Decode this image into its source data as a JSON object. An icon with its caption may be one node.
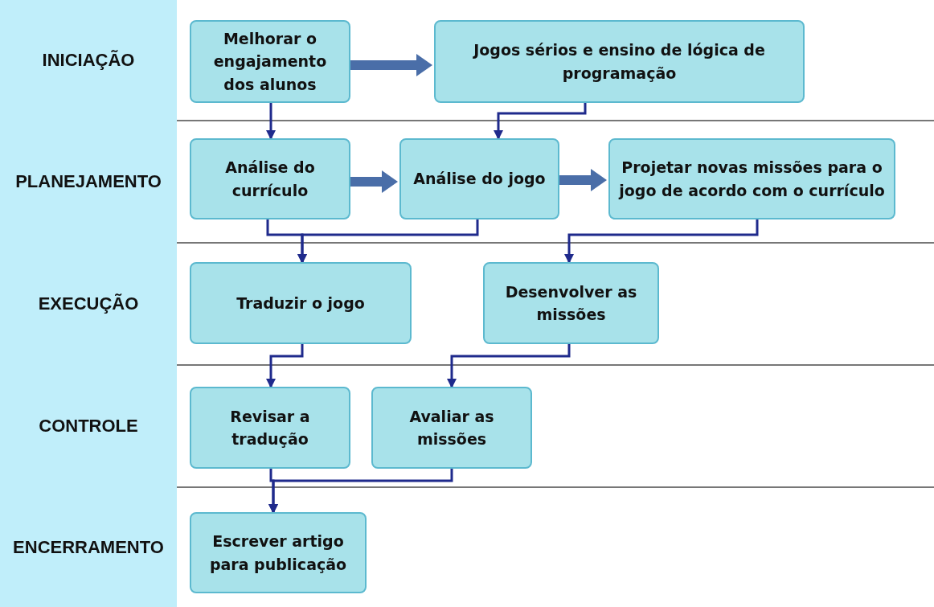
{
  "diagram": {
    "nodes": [
      {
        "text": [
          "INICIAÇÃO"
        ]
      },
      {
        "text": [
          "PLANEJAMENTO"
        ]
      },
      {
        "text": [
          "EXECUÇÃO"
        ]
      },
      {
        "text": [
          "CONTROLE"
        ]
      },
      {
        "text": [
          "ENCERRAMENTO"
        ]
      },
      {
        "text": [
          "Melhorar o engajamento dos alunos"
        ]
      },
      {
        "text": [
          "Jogos sérios e ensino de lógica de programação"
        ]
      },
      {
        "text": [
          "Análise do currículo"
        ]
      },
      {
        "text": [
          "Análise do jogo"
        ]
      },
      {
        "text": [
          "Projetar novas missões para o jogo de acordo com o currículo"
        ]
      },
      {
        "text": [
          "Traduzir o jogo"
        ]
      },
      {
        "text": [
          "Desenvolver as missões"
        ]
      },
      {
        "text": [
          "Revisar a tradução"
        ]
      },
      {
        "text": [
          "Avaliar as missões"
        ]
      },
      {
        "text": [
          "Escrever artigo para publicação"
        ]
      }
    ],
    "edges": [
      {
        "from": 5,
        "to": 6,
        "arrow": "to",
        "style": "thick",
        "color": "#4a6ea8"
      },
      {
        "from": 7,
        "to": 8,
        "arrow": "to",
        "style": "thick",
        "color": "#4a6ea8"
      },
      {
        "from": 8,
        "to": 9,
        "arrow": "to",
        "style": "thick",
        "color": "#4a6ea8"
      },
      {
        "from": 5,
        "to": 7,
        "arrow": "to"
      },
      {
        "from": 6,
        "to": 8,
        "arrow": "to"
      },
      {
        "from": 7,
        "to": 10,
        "arrow": "to"
      },
      {
        "from": 8,
        "to": 10,
        "arrow": "to"
      },
      {
        "from": 9,
        "to": 11,
        "arrow": "to"
      },
      {
        "from": 10,
        "to": 12,
        "arrow": "to"
      },
      {
        "from": 11,
        "to": 13,
        "arrow": "to"
      },
      {
        "from": 12,
        "to": 14,
        "arrow": "to"
      },
      {
        "from": 13,
        "to": 14,
        "arrow": "to"
      }
    ]
  }
}
